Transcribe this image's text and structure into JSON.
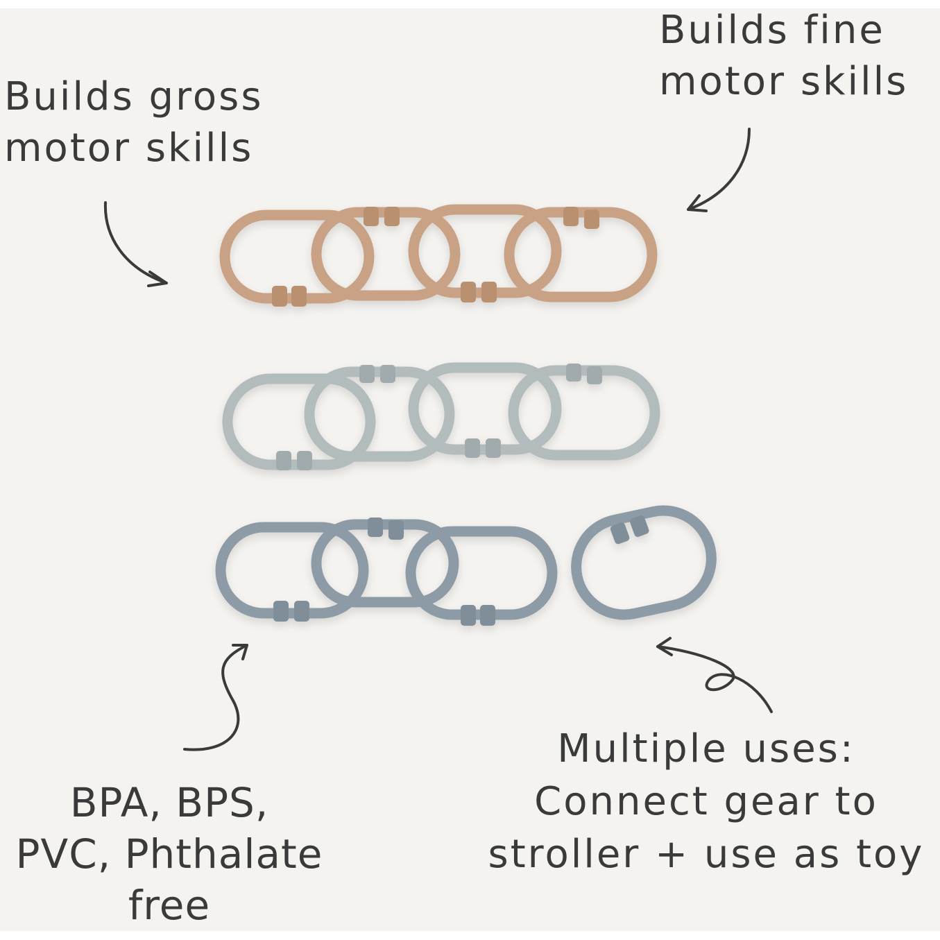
{
  "annotations": {
    "gross_motor": [
      "Builds gross",
      "motor skills"
    ],
    "fine_motor": [
      "Builds fine",
      "motor skills"
    ],
    "materials": [
      "BPA, BPS,",
      "PVC, Phthalate",
      "free"
    ],
    "uses": [
      "Multiple uses:",
      "Connect gear to",
      "stroller + use as toy"
    ]
  },
  "colors": {
    "background": "#f4f3f0",
    "ink": "#3a3a3a",
    "link_tan": "#c9a285",
    "link_sage": "#b2bcbd",
    "link_slate": "#8d9ba6"
  },
  "rows": [
    {
      "name": "tan",
      "links": 4
    },
    {
      "name": "sage",
      "links": 4
    },
    {
      "name": "slate",
      "links": 3,
      "separate_links": 1
    }
  ]
}
